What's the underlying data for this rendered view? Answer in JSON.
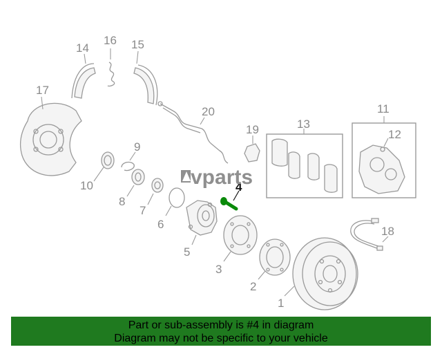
{
  "diagram": {
    "highlight_color": "#0a8a0a",
    "line_color": "#9a9a9a",
    "callouts": {
      "c1": "1",
      "c2": "2",
      "c3": "3",
      "c4": "4",
      "c5": "5",
      "c6": "6",
      "c7": "7",
      "c8": "8",
      "c9": "9",
      "c10": "10",
      "c11": "11",
      "c12": "12",
      "c13": "13",
      "c14": "14",
      "c15": "15",
      "c16": "16",
      "c17": "17",
      "c18": "18",
      "c19": "19",
      "c20": "20"
    },
    "highlighted_part": "4"
  },
  "watermark": {
    "text": "vparts",
    "icon": "lvp-logo-mark"
  },
  "banner": {
    "line1": "Part or sub-assembly is #4 in diagram",
    "line2": "Diagram may not be specific to your vehicle",
    "color": "#1f7a1f"
  }
}
